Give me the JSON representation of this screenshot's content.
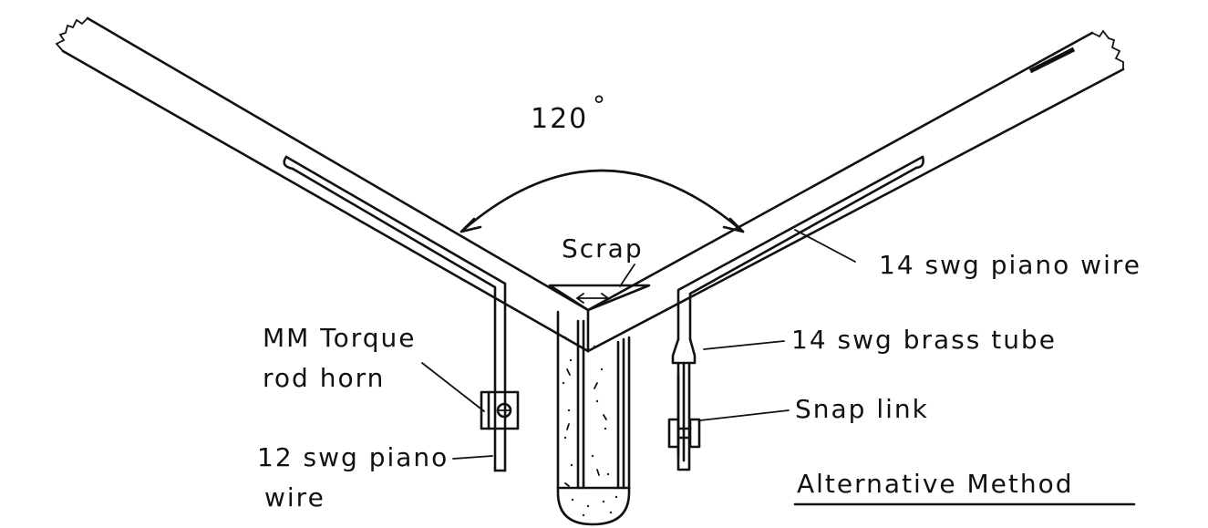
{
  "labels": {
    "angle": "120",
    "degree_mark": "°",
    "scrap": "Scrap",
    "piano_wire_14": "14 swg piano wire",
    "brass_tube": "14 swg brass tube",
    "snap_link": "Snap link",
    "torque_line1": "MM Torque",
    "torque_line2": "rod horn",
    "piano_wire_12_line1": "12 swg piano",
    "piano_wire_12_line2": "wire",
    "method_title": "Alternative Method"
  }
}
